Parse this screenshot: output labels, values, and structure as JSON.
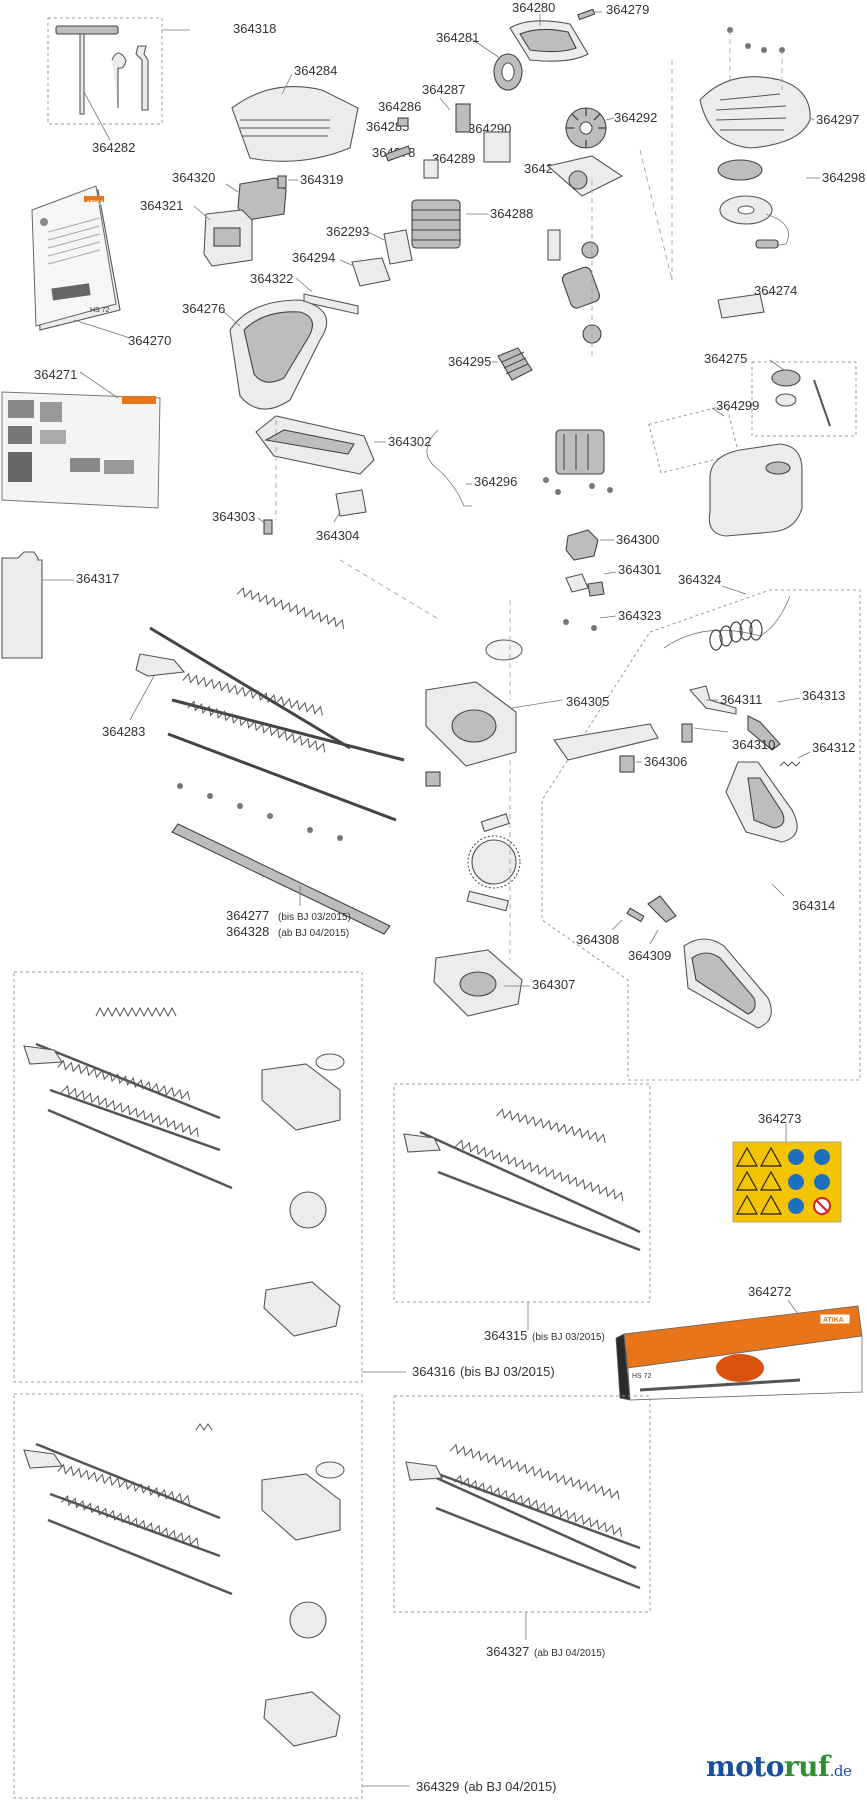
{
  "parts": {
    "p364318": "364318",
    "p364280": "364280",
    "p364279": "364279",
    "p364281": "364281",
    "p364284": "364284",
    "p364287": "364287",
    "p364286": "364286",
    "p364285": "364285",
    "p364290": "364290",
    "p364292": "364292",
    "p364297": "364297",
    "p364278": "364278",
    "p364289": "364289",
    "p364291": "364291",
    "p364298": "364298",
    "p364282": "364282",
    "p364320": "364320",
    "p364319": "364319",
    "p364288": "364288",
    "p364321": "364321",
    "p362293": "362293",
    "p364294": "364294",
    "p364322": "364322",
    "p364274": "364274",
    "p364276": "364276",
    "p364270": "364270",
    "p364275": "364275",
    "p364295": "364295",
    "p364271": "364271",
    "p364299": "364299",
    "p364302": "364302",
    "p364296": "364296",
    "p364303": "364303",
    "p364304": "364304",
    "p364300": "364300",
    "p364317": "364317",
    "p364301": "364301",
    "p364324": "364324",
    "p364323": "364323",
    "p364313": "364313",
    "p364305": "364305",
    "p364311": "364311",
    "p364283": "364283",
    "p364310": "364310",
    "p364312": "364312",
    "p364306": "364306",
    "p364314": "364314",
    "p364277": "364277",
    "p364308": "364308",
    "p364328": "364328",
    "p364309": "364309",
    "p364307": "364307",
    "p364273": "364273",
    "p364272": "364272",
    "p364315": "364315",
    "p364316": "364316",
    "p364327": "364327",
    "p364329": "364329"
  },
  "notes": {
    "n364277": "(bis BJ 03/2015)",
    "n364328": "(ab BJ 04/2015)",
    "n364315": "(bis BJ 03/2015)",
    "n364316": "(bis BJ 03/2015)",
    "n364327": "(ab BJ 04/2015)",
    "n364329": "(ab BJ 04/2015)"
  },
  "printed": {
    "manual_brand": "ATIKA",
    "manual_model": "HS 72",
    "box_brand": "ATIKA",
    "box_model": "HS 72"
  },
  "brand": {
    "part1": "moto",
    "part2": "ruf",
    "suffix": ".de"
  },
  "colors": {
    "warning_yellow": "#f4c400",
    "mandatory_blue": "#1e6fc0",
    "prohibit_red": "#d32020",
    "box_orange": "#e8751a",
    "brand_blue": "#1a4f9c",
    "brand_green": "#2f8f2f"
  }
}
